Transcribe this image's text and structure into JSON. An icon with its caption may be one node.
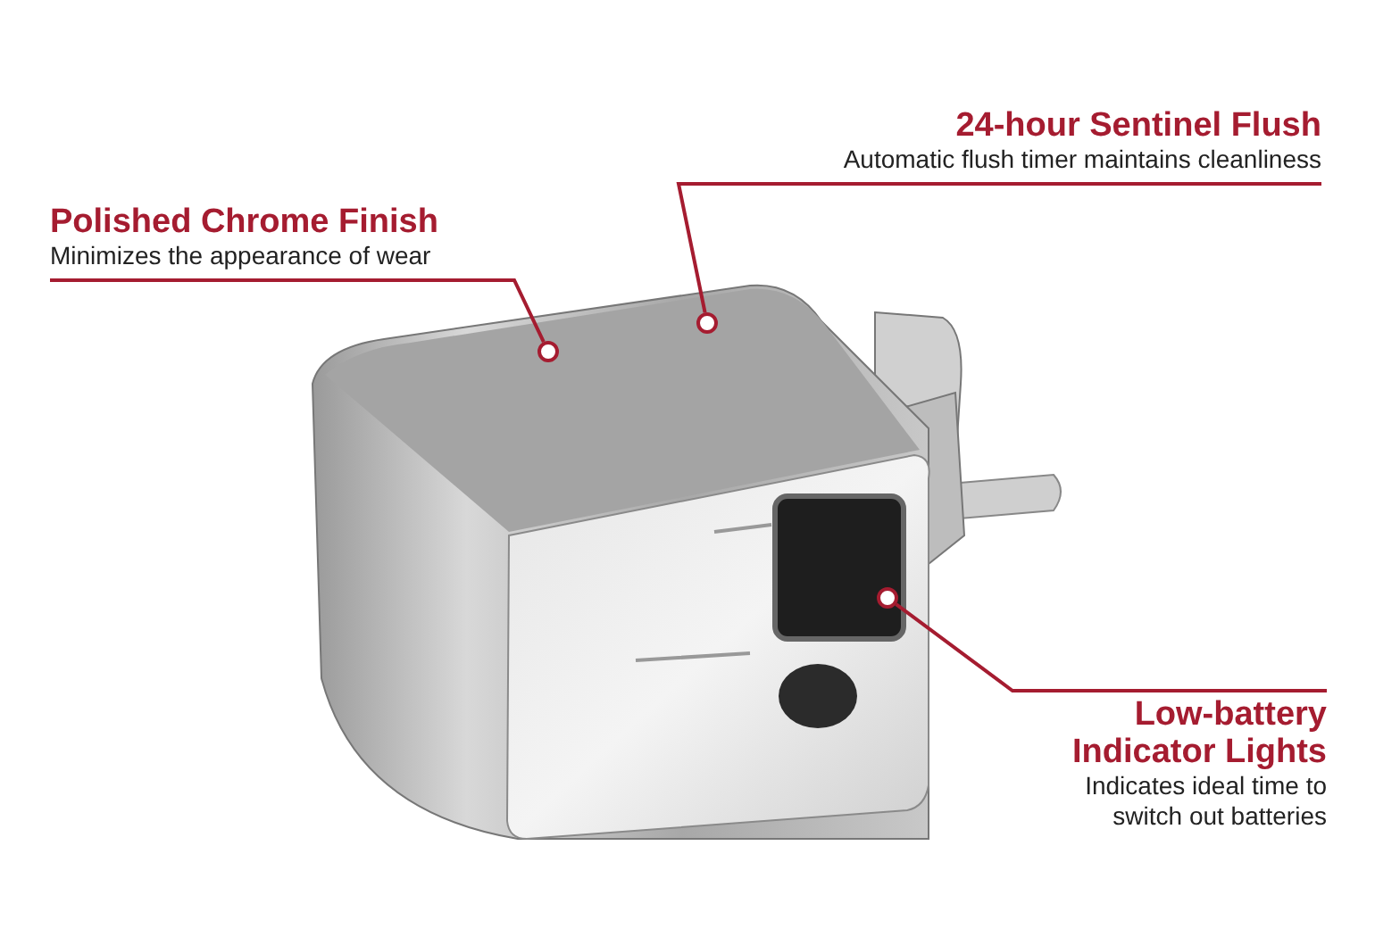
{
  "diagram": {
    "nodes": [
      {
        "text": [
          "24-hour Sentinel Flush",
          "Automatic flush timer maintains cleanliness"
        ]
      },
      {
        "text": [
          "Polished Chrome Finish",
          "Minimizes the appearance of wear"
        ]
      },
      {
        "text": [
          "Low-battery Indicator Lights",
          "Indicates ideal time to switch out batteries"
        ]
      },
      {
        "text": [],
        "shape": "circle"
      },
      {
        "text": [],
        "shape": "circle"
      },
      {
        "text": [],
        "shape": "circle"
      }
    ],
    "edges": [
      {
        "from": 0,
        "to": 4,
        "arrow": "none"
      },
      {
        "from": 1,
        "to": 3,
        "arrow": "none"
      },
      {
        "from": 2,
        "to": 5,
        "arrow": "none"
      }
    ]
  }
}
